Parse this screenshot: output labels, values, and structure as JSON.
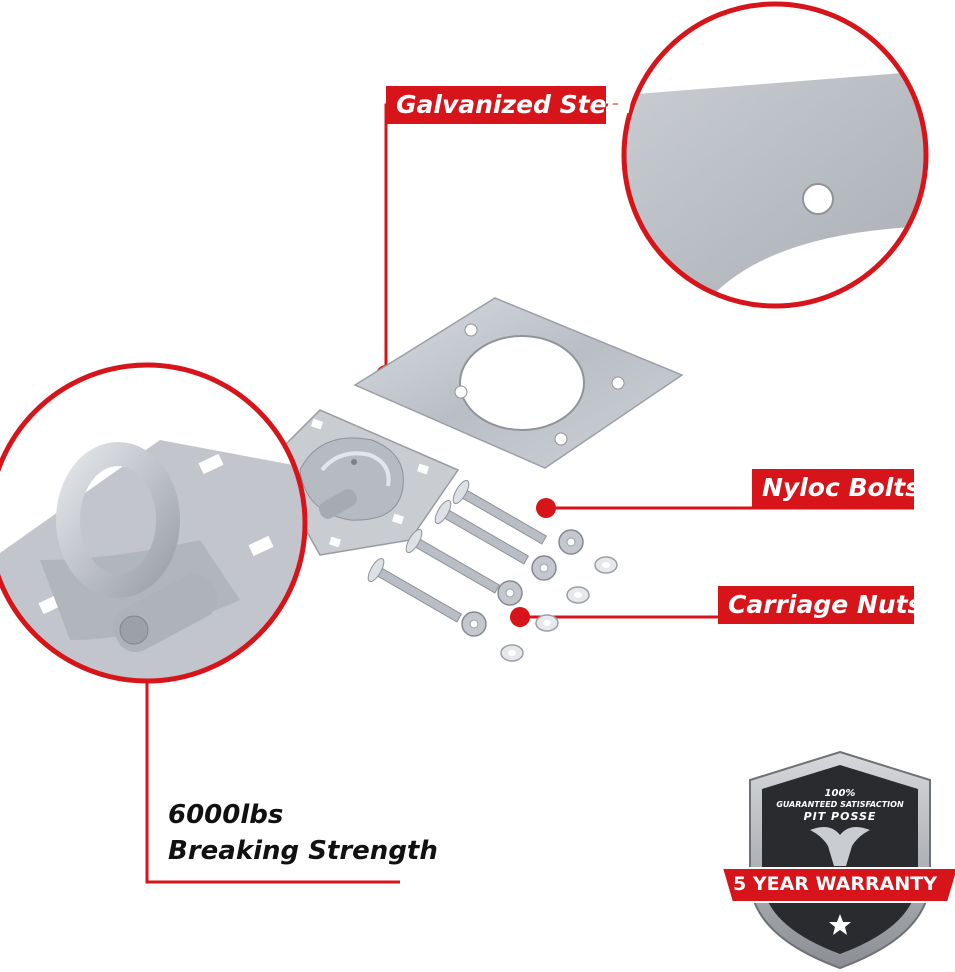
{
  "callouts": {
    "galvanized_steel": "Galvanized Steel",
    "nyloc_bolts": "Nyloc Bolts",
    "carriage_nuts": "Carriage Nuts",
    "strength_line1": "6000lbs",
    "strength_line2": "Breaking Strength"
  },
  "badge": {
    "percent": "100%",
    "guarantee": "GUARANTEED SATISFACTION",
    "brand": "PIT POSSE",
    "warranty": "5 YEAR WARRANTY"
  },
  "colors": {
    "accent_red": "#d7141a",
    "steel": "#c4c9cf",
    "badge_dark": "#2a2b2e"
  }
}
